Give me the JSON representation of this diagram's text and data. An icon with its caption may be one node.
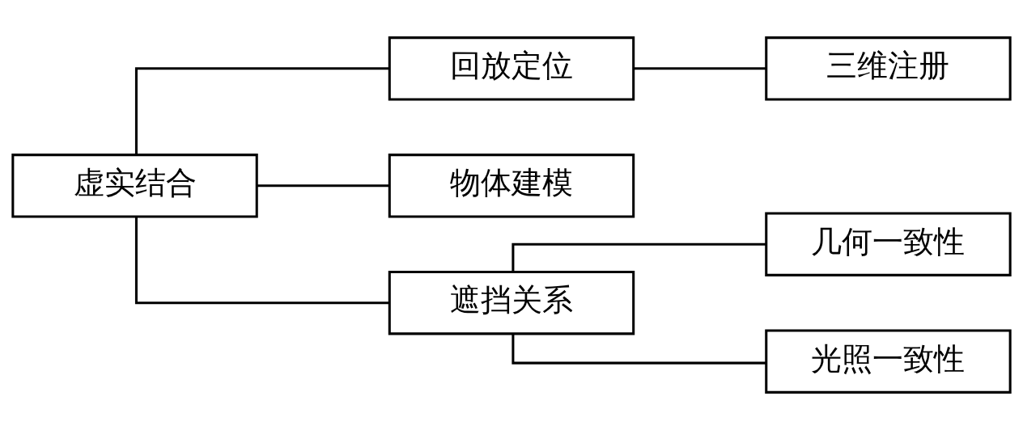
{
  "diagram": {
    "nodes": [
      {
        "text": [
          "虚实结合"
        ]
      },
      {
        "text": [
          "回放定位"
        ]
      },
      {
        "text": [
          "物体建模"
        ]
      },
      {
        "text": [
          "遮挡关系"
        ]
      },
      {
        "text": [
          "三维注册"
        ]
      },
      {
        "text": [
          "几何一致性"
        ]
      },
      {
        "text": [
          "光照一致性"
        ]
      }
    ],
    "edges": [
      {
        "from": 0,
        "to": 1,
        "arrow": "none"
      },
      {
        "from": 0,
        "to": 2,
        "arrow": "none"
      },
      {
        "from": 0,
        "to": 3,
        "arrow": "none"
      },
      {
        "from": 1,
        "to": 4,
        "arrow": "none"
      },
      {
        "from": 3,
        "to": 5,
        "arrow": "none"
      },
      {
        "from": 3,
        "to": 6,
        "arrow": "none"
      }
    ]
  }
}
